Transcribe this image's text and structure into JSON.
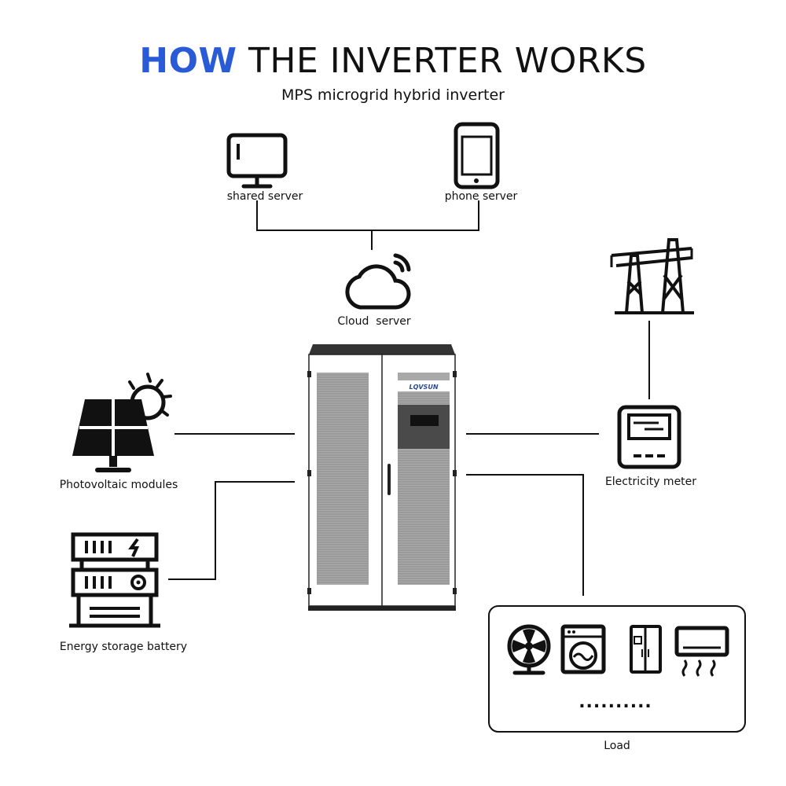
{
  "title": {
    "accent": "HOW",
    "rest": "THE INVERTER WORKS"
  },
  "subtitle": "MPS microgrid hybrid inverter",
  "nodes": {
    "shared_server": "shared server",
    "phone_server": "phone server",
    "cloud_server": "Cloud  server",
    "photovoltaic": "Photovoltaic modules",
    "battery": "Energy storage battery",
    "meter": "Electricity meter",
    "load": "Load"
  },
  "inverter": {
    "brand": "LQVSUN"
  },
  "load_dots": "..........",
  "colors": {
    "accent": "#2a5bd7",
    "line": "#111111",
    "panel": "#a9a9a9"
  }
}
